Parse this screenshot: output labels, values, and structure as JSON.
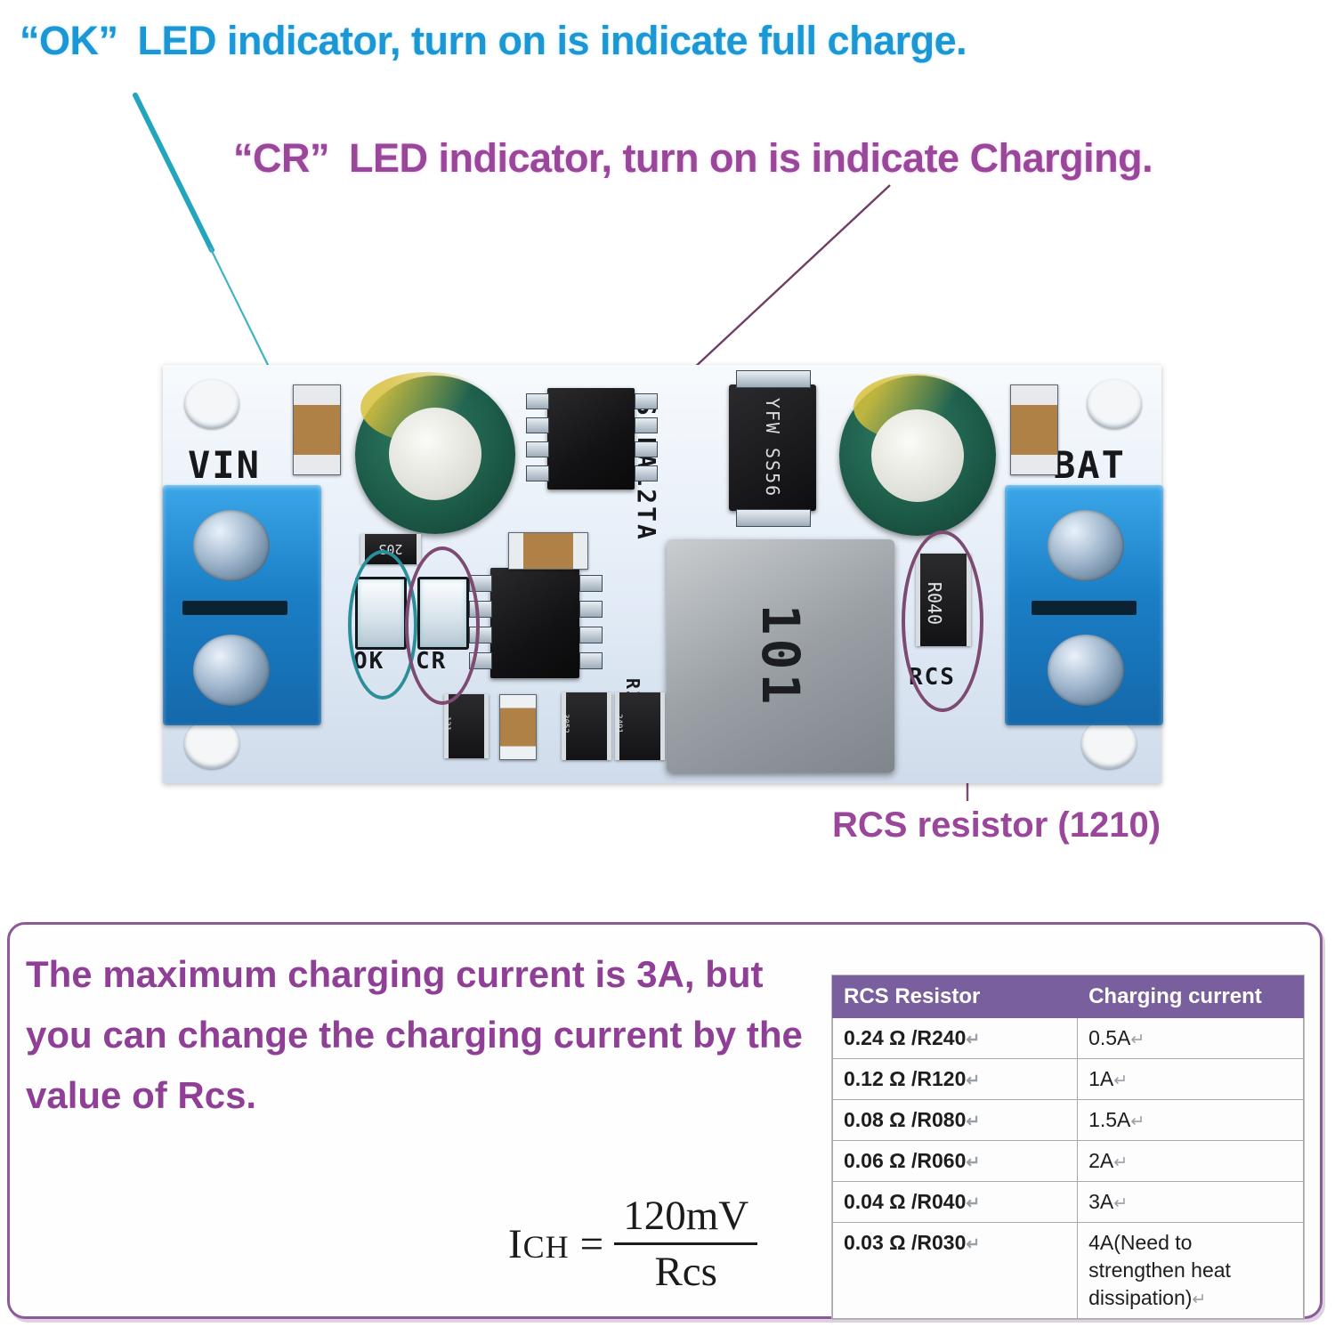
{
  "headings": {
    "ok_line": {
      "quote": "“OK”",
      "rest": "LED indicator, turn on is indicate full charge.",
      "color": "#1a97d4"
    },
    "cr_line": {
      "quote": "“CR”",
      "rest": "LED indicator, turn on is indicate Charging.",
      "color": "#9a469b"
    }
  },
  "board": {
    "silkscreen": {
      "vin": "VIN",
      "bat": "BAT",
      "part_number": "SDLA12TA",
      "ok_led": "OK",
      "cr_led": "CR",
      "rcs": "RCS",
      "r3": "R3"
    },
    "components": {
      "diode": "YFW SS56",
      "inductor": "101",
      "rcs_resistor": "R040",
      "cap_left": "203",
      "smd_1": "131",
      "smd_2": "3052",
      "smd_3": "2491"
    },
    "annotations": {
      "ok_ellipse_color": "#2a8f99",
      "cr_ellipse_color": "#7d4a72",
      "rcs_ellipse_color": "#7d4a72"
    }
  },
  "rcs_caption": "RCS resistor (1210)",
  "panel": {
    "paragraph": "The maximum charging current is 3A, but you can change the charging current by the value of Rcs.",
    "formula": {
      "lhs": "I",
      "lhs_sub": "CH",
      "equals": "=",
      "numerator": "120mV",
      "denominator": "Rcs"
    }
  },
  "table": {
    "headers": [
      "RCS Resistor",
      "Charging current"
    ],
    "rows": [
      {
        "resistor": "0.24 Ω /R240",
        "current": "0.5A"
      },
      {
        "resistor": "0.12 Ω /R120",
        "current": "1A"
      },
      {
        "resistor": "0.08 Ω /R080",
        "current": "1.5A"
      },
      {
        "resistor": "0.06 Ω /R060",
        "current": "2A"
      },
      {
        "resistor": "0.04 Ω /R040",
        "current": "3A"
      },
      {
        "resistor": "0.03 Ω /R030",
        "current": "4A(Need to strengthen heat dissipation)"
      }
    ],
    "header_color": "#7a5f9e"
  }
}
